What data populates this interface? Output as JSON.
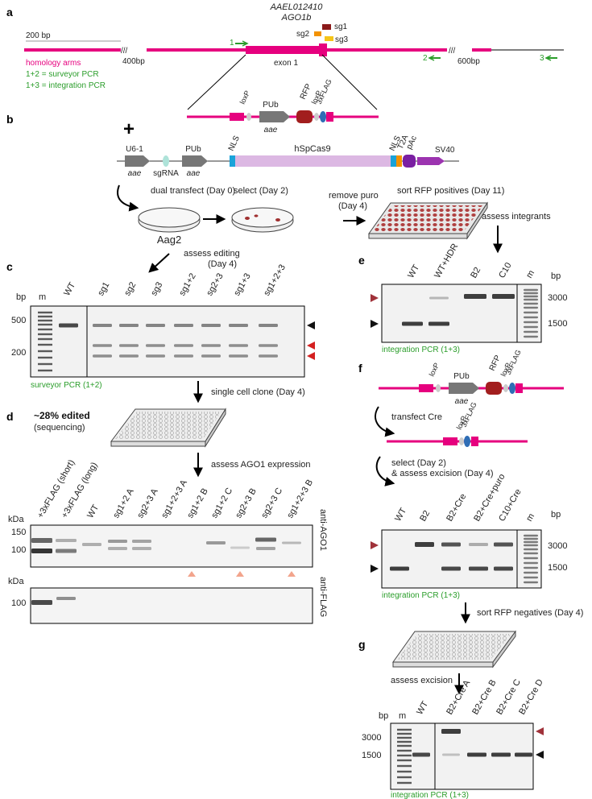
{
  "panels": {
    "a": "a",
    "b": "b",
    "c": "c",
    "d": "d",
    "e": "e",
    "f": "f",
    "g": "g"
  },
  "panel_a": {
    "gene_id": "AAEL012410",
    "gene_name": "AGO1b",
    "scale": "200 bp",
    "sg1": "sg1",
    "sg2": "sg2",
    "sg3": "sg3",
    "gap_left": "400bp",
    "gap_right": "600bp",
    "exon": "exon 1",
    "primer1": "1",
    "primer2": "2",
    "primer3": "3",
    "legend_homology": "homology arms",
    "legend_surveyor": "1+2 = surveyor PCR",
    "legend_integration": "1+3 = integration PCR"
  },
  "donor": {
    "loxp1": "loxP",
    "pub": "PUb",
    "rfp": "RFP",
    "loxp2": "loxP",
    "flag": "3xFLAG",
    "aae": "aae"
  },
  "panel_b": {
    "plus": "+",
    "u6": "U6-1",
    "aae1": "aae",
    "sgrna": "sgRNA",
    "pub": "PUb",
    "aae2": "aae",
    "nls1": "NLS",
    "cas9": "hSpCas9",
    "nls2": "NLS",
    "t2a": "T2A",
    "pac": "pAc",
    "sv40": "SV40",
    "step1": "dual transfect (Day 0)",
    "aag2": "Aag2",
    "step2": "select (Day 2)",
    "step3a": "remove puro",
    "step3b": "(Day 4)",
    "step4": "sort RFP positives (Day 11)",
    "step5": "assess integrants",
    "step6a": "assess editing",
    "step6b": "(Day 4)"
  },
  "panel_c": {
    "bp": "bp",
    "m": "m",
    "lanes": [
      "WT",
      "sg1",
      "sg2",
      "sg3",
      "sg1+2",
      "sg2+3",
      "sg1+3",
      "sg1+2+3"
    ],
    "ticks": [
      "500",
      "200"
    ],
    "caption": "surveyor PCR (1+2)",
    "step": "single cell clone (Day 4)"
  },
  "panel_d": {
    "edited": "~28% edited",
    "sequencing": "(sequencing)",
    "step": "assess AGO1 expression",
    "lanes": [
      "+3xFLAG (short)",
      "+3xFLAG (long)",
      "WT",
      "sg1+2 A",
      "sg2+3 A",
      "sg1+2+3 A",
      "sg1+2 B",
      "sg1+2 C",
      "sg2+3 B",
      "sg2+3 C",
      "sg1+2+3 B"
    ],
    "kda1": "kDa",
    "tick150": "150",
    "tick100": "100",
    "kda2": "kDa",
    "tick100b": "100",
    "ab1": "anti-AGO1",
    "ab2": "anti-FLAG"
  },
  "panel_e": {
    "lanes": [
      "WT",
      "WT+HDR",
      "B2",
      "C10",
      "m"
    ],
    "bp": "bp",
    "tick3000": "3000",
    "tick1500": "1500",
    "caption": "integration PCR (1+3)"
  },
  "panel_f": {
    "step1": "transfect Cre",
    "loxp": "loxP",
    "pub": "PUb",
    "rfp": "RFP",
    "loxp2": "loxP",
    "flag": "3xFLAG",
    "aae": "aae",
    "loxp3": "loxP",
    "flag2": "3xFLAG",
    "step2a": "select (Day 2)",
    "step2b": "& assess excision (Day 4)",
    "lanes": [
      "WT",
      "B2",
      "B2+Cre",
      "B2+Cre+puro",
      "C10+Cre",
      "m"
    ],
    "bp": "bp",
    "tick3000": "3000",
    "tick1500": "1500",
    "caption": "integration PCR (1+3)",
    "step3": "sort RFP negatives (Day 4)"
  },
  "panel_g": {
    "step": "assess excision",
    "bp": "bp",
    "m": "m",
    "lanes": [
      "WT",
      "B2+Cre A",
      "B2+Cre B",
      "B2+Cre C",
      "B2+Cre D"
    ],
    "tick3000": "3000",
    "tick1500": "1500",
    "caption": "integration PCR (1+3)"
  },
  "colors": {
    "homology": "#e6007e",
    "primer": "#2a9d2a",
    "sg1": "#8b1a1a",
    "sg2": "#f39200",
    "sg3": "#f5c518",
    "cas9": "#dcb8e3",
    "nls": "#1aa3d9",
    "rfp": "#a21e1e",
    "flag": "#2f6db5",
    "pac": "#7a1fa2",
    "gel": "#f2f2f2",
    "band": "#2a2a2a",
    "arrow_red": "#d42020",
    "arrow_tan": "#a0323a"
  }
}
